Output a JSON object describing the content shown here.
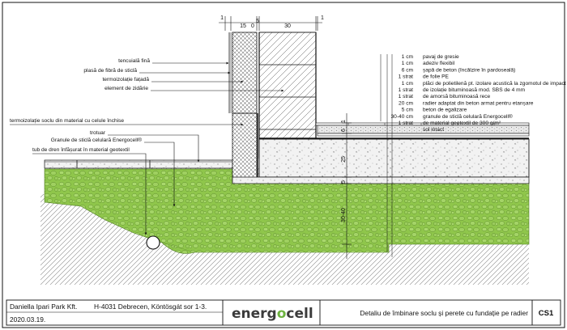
{
  "colors": {
    "gravel_green": "#8fc64b",
    "insulation_green": "#7fb13b",
    "logo_dark": "#3b3b3b",
    "logo_green": "#6db33f",
    "line": "#111111"
  },
  "dimensions_top": [
    "1",
    "15",
    "0",
    "5",
    "30",
    "1"
  ],
  "dimensions_right": [
    "6",
    "1",
    "25",
    "5",
    "30-40"
  ],
  "left_labels": [
    "tencuială fină",
    "plasă de fibră de sticlă",
    "termoizolație fațadă",
    "element de zidărie",
    "termoizolație soclu din material cu celule închise",
    "trotuar",
    "Granule de sticlă celulară Energocell®",
    "tub de dren înfășurat în material geotextil"
  ],
  "layers": [
    {
      "qty": "1 cm",
      "desc": "pavaj de gresie"
    },
    {
      "qty": "1 cm",
      "desc": "adeziv flexibil"
    },
    {
      "qty": "6 cm",
      "desc": "șapă de beton (încălzire în pardoseală)"
    },
    {
      "qty": "1 strat",
      "desc": "de folie PE"
    },
    {
      "qty": "1 cm",
      "desc": "plăci de polietilenă pt. izolare acustică la zgomotul de impact"
    },
    {
      "qty": "1 strat",
      "desc": "de izolație bituminoasă mod. SBS de 4 mm"
    },
    {
      "qty": "1 strat",
      "desc": "de amorsă bituminoasă rece"
    },
    {
      "qty": "20 cm",
      "desc": "radier adaptat din beton armat pentru etanșare"
    },
    {
      "qty": "5 cm",
      "desc": "beton de egalizare"
    },
    {
      "qty": "30-40 cm",
      "desc": "granule de sticlă celulară Energocell®"
    },
    {
      "qty": "1 strat",
      "desc": "de material geotextil de 300 g/m²"
    },
    {
      "qty": "",
      "desc": "sol intact"
    }
  ],
  "title_block": {
    "company": "Daniella Ipari Park Kft.",
    "address": "H-4031 Debrecen, Köntösgát sor 1-3.",
    "date": "2020.03.19.",
    "logo_part1": "energ",
    "logo_part2": "o",
    "logo_part3": "cell",
    "title": "Detaliu de îmbinare soclu și perete cu fundație pe radier",
    "code": "CS1"
  }
}
